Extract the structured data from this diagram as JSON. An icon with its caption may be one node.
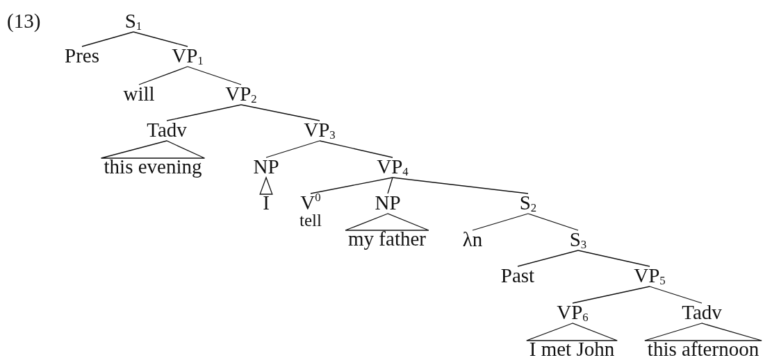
{
  "diagram": {
    "nodes": [
      {
        "text": [
          "S$_{1}$"
        ]
      },
      {
        "text": [
          "Pres"
        ]
      },
      {
        "text": [
          "VP$_{1}$"
        ]
      },
      {
        "text": [
          "will"
        ]
      },
      {
        "text": [
          "VP$_{2}$"
        ]
      },
      {
        "text": [
          "Tadv"
        ]
      },
      {
        "text": [
          "VP$_{3}$"
        ]
      },
      {
        "text": [
          "this evening"
        ]
      },
      {
        "text": [
          "NP"
        ]
      },
      {
        "text": [
          "VP$_{4}$"
        ]
      },
      {
        "text": [
          "I"
        ]
      },
      {
        "text": [
          "V$^{0}$",
          "tell"
        ]
      },
      {
        "text": [
          "NP"
        ]
      },
      {
        "text": [
          "S$_{2}$"
        ]
      },
      {
        "text": [
          "my father"
        ]
      },
      {
        "text": [
          "λn"
        ]
      },
      {
        "text": [
          "S$_{3}$"
        ]
      },
      {
        "text": [
          "Past"
        ]
      },
      {
        "text": [
          "VP$_{5}$"
        ]
      },
      {
        "text": [
          "VP$_{6}$"
        ]
      },
      {
        "text": [
          "Tadv"
        ]
      },
      {
        "text": [
          "I met John"
        ]
      },
      {
        "text": [
          "this afternoon"
        ]
      }
    ],
    "edges": [
      {
        "from": 0,
        "to": 1,
        "arrow": "none"
      },
      {
        "from": 0,
        "to": 2,
        "arrow": "none"
      },
      {
        "from": 2,
        "to": 3,
        "arrow": "none"
      },
      {
        "from": 2,
        "to": 4,
        "arrow": "none"
      },
      {
        "from": 4,
        "to": 5,
        "arrow": "none"
      },
      {
        "from": 4,
        "to": 6,
        "arrow": "none"
      },
      {
        "from": 5,
        "to": 7,
        "arrow": "none"
      },
      {
        "from": 6,
        "to": 8,
        "arrow": "none"
      },
      {
        "from": 6,
        "to": 9,
        "arrow": "none"
      },
      {
        "from": 8,
        "to": 10,
        "arrow": "none"
      },
      {
        "from": 9,
        "to": 11,
        "arrow": "none"
      },
      {
        "from": 9,
        "to": 12,
        "arrow": "none"
      },
      {
        "from": 9,
        "to": 13,
        "arrow": "none"
      },
      {
        "from": 12,
        "to": 14,
        "arrow": "none"
      },
      {
        "from": 13,
        "to": 15,
        "arrow": "none"
      },
      {
        "from": 13,
        "to": 16,
        "arrow": "none"
      },
      {
        "from": 16,
        "to": 17,
        "arrow": "none"
      },
      {
        "from": 16,
        "to": 18,
        "arrow": "none"
      },
      {
        "from": 18,
        "to": 19,
        "arrow": "none"
      },
      {
        "from": 18,
        "to": 20,
        "arrow": "none"
      },
      {
        "from": 19,
        "to": 21,
        "arrow": "none"
      },
      {
        "from": 20,
        "to": 22,
        "arrow": "none"
      }
    ],
    "labels": [
      "(13)"
    ]
  }
}
